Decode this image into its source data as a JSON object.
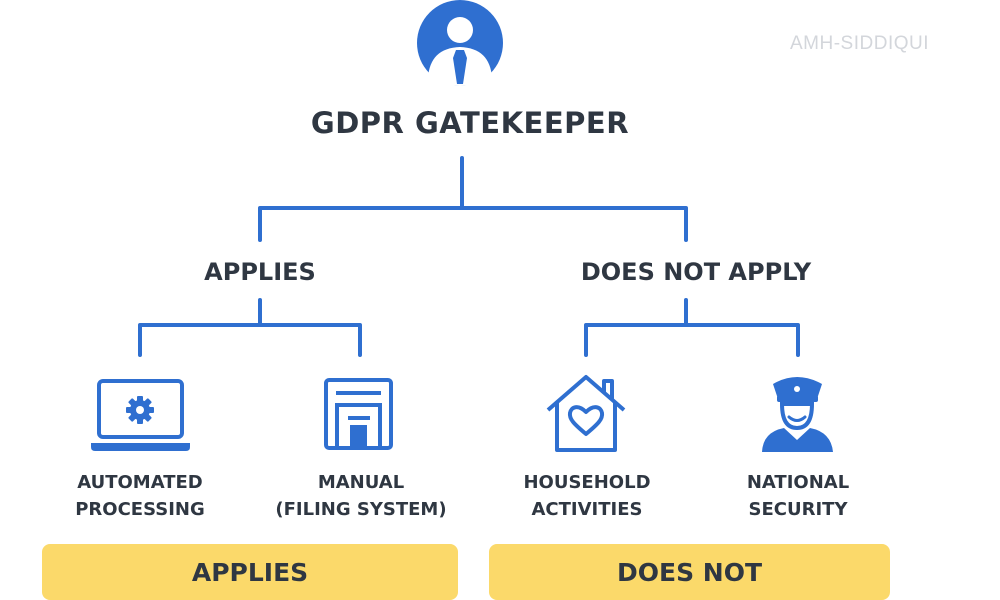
{
  "watermark": "AMH-SIDDIQUI",
  "root": {
    "title": "GDPR GATEKEEPER",
    "icon": "person-tie-icon"
  },
  "branches": [
    {
      "label": "APPLIES",
      "leaves": [
        {
          "lines": [
            "AUTOMATED",
            "PROCESSING"
          ],
          "icon": "laptop-gear-icon"
        },
        {
          "lines": [
            "MANUAL",
            "(FILING SYSTEM)"
          ],
          "icon": "filing-cabinet-icon"
        }
      ],
      "banner": "APPLIES"
    },
    {
      "label": "DOES NOT APPLY",
      "leaves": [
        {
          "lines": [
            "HOUSEHOLD",
            "ACTIVITIES"
          ],
          "icon": "house-heart-icon"
        },
        {
          "lines": [
            "NATIONAL",
            "SECURITY"
          ],
          "icon": "police-officer-icon"
        }
      ],
      "banner": "DOES NOT"
    }
  ],
  "colors": {
    "line": "#2f6fd0",
    "icon": "#2f6fd0",
    "banner": "#fbd96a",
    "text": "#2f3742"
  }
}
